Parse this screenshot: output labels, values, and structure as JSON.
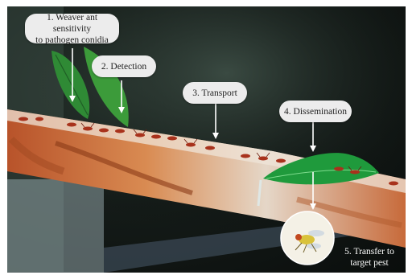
{
  "figure": {
    "steps": [
      {
        "number": "1.",
        "label": "Weaver ant sensitivity\nto pathogen conidia"
      },
      {
        "number": "2.",
        "label": "Detection"
      },
      {
        "number": "3.",
        "label": "Transport"
      },
      {
        "number": "4.",
        "label": "Dissemination"
      },
      {
        "number": "5.",
        "label": "Transfer to\ntarget pest"
      }
    ],
    "photo_description": {
      "subject": "weaver ants on a wooden branch",
      "leaf_color": "#1f9a3c",
      "wood_color": "#c86a3a",
      "callout_fill": "#ececec",
      "arrow_color": "#ffffff"
    }
  }
}
